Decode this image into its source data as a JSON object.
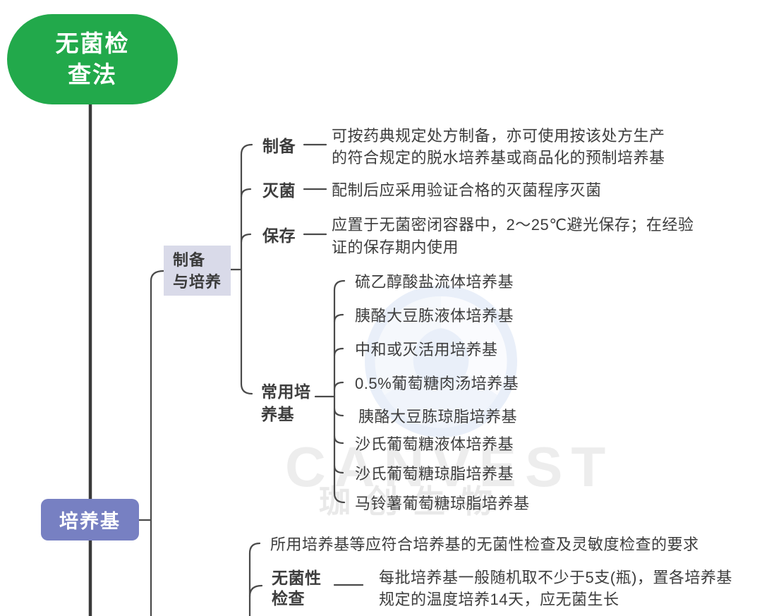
{
  "root": {
    "line1": "无菌检",
    "line2": "查法",
    "color": "#22A94B"
  },
  "nodes": {
    "peiyangji": {
      "label": "培养基",
      "color": "#7780C2"
    },
    "zhibei_yu_peiyang": {
      "line1": "制备",
      "line2": "与培养",
      "color": "#D9DAE9"
    }
  },
  "branches": {
    "zhibei": {
      "label": "制备",
      "desc_line1": "可按药典规定处方制备，亦可使用按该处方生产",
      "desc_line2": "的符合规定的脱水培养基或商品化的预制培养基"
    },
    "miejun": {
      "label": "灭菌",
      "desc": "配制后应采用验证合格的灭菌程序灭菌"
    },
    "baocun": {
      "label": "保存",
      "desc_line1": "应置于无菌密闭容器中，2～25℃避光保存；在经验",
      "desc_line2": "证的保存期内使用"
    },
    "changyong": {
      "line1": "常用培",
      "line2": "养基"
    }
  },
  "media_items": [
    "硫乙醇酸盐流体培养基",
    "胰酪大豆胨液体培养基",
    "中和或灭活用培养基",
    "0.5%葡萄糖肉汤培养基",
    "胰酪大豆胨琼脂培养基",
    "沙氏葡萄糖液体培养基",
    "沙氏葡萄糖琼脂培养基",
    "马铃薯葡萄糖琼脂培养基"
  ],
  "bottom": {
    "requirement": "所用培养基等应符合培养基的无菌性检查及灵敏度检查的要求",
    "wujunxing": {
      "line1": "无菌性",
      "line2": "检查",
      "desc_line1": "每批培养基一般随机取不少于5支(瓶)，置各培养基",
      "desc_line2": "规定的温度培养14天，应无菌生长"
    }
  },
  "watermark": {
    "brand": "CANVEST",
    "brand_cn": "珈创生物"
  },
  "colors": {
    "root_green": "#22A94B",
    "medium_purple": "#7780C2",
    "light_lavender": "#D9DAE9",
    "line_dark": "#3A3A3A",
    "line_gray": "#4A4A4A",
    "text": "#3D3D3D",
    "watermark_gray": "#ECECEC",
    "watermark_blue": "#E9EFF9"
  }
}
